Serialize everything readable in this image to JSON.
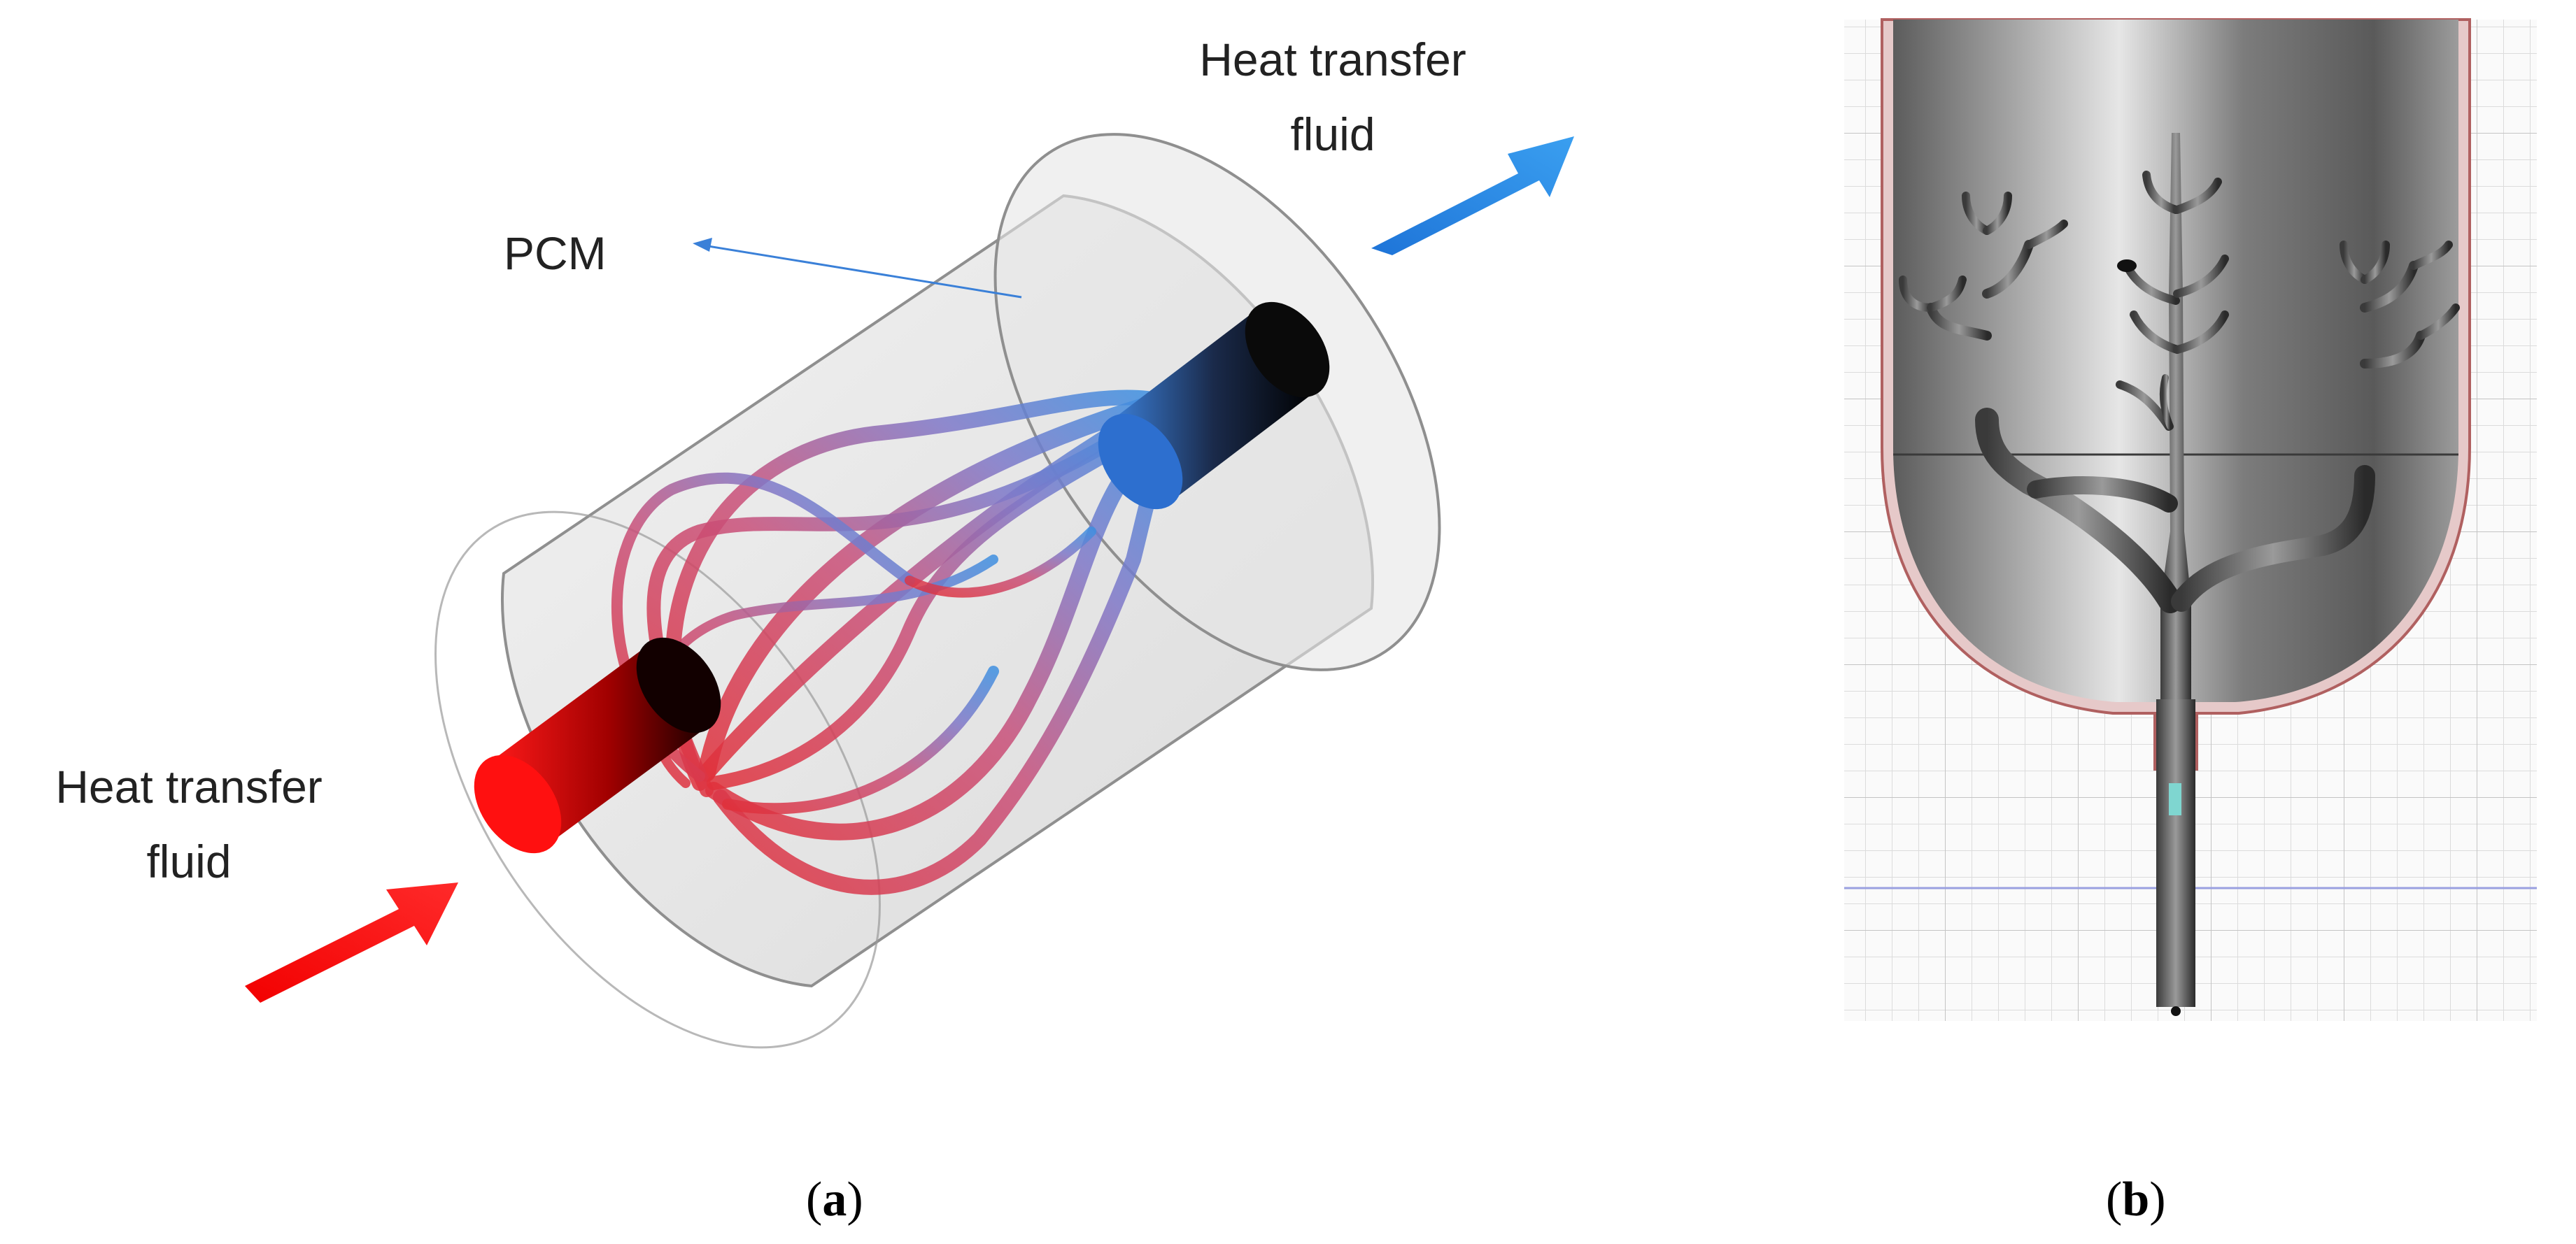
{
  "panel_a": {
    "label_pcm": "PCM",
    "label_outlet_line1": "Heat transfer",
    "label_outlet_line2": "fluid",
    "label_inlet_line1": "Heat transfer",
    "label_inlet_line2": "fluid",
    "caption_open": "(",
    "caption_letter": "a",
    "caption_close": ")",
    "colors": {
      "inlet": "#e8101a",
      "outlet": "#1e7fe0",
      "shell": "#c8c8c8"
    }
  },
  "panel_b": {
    "caption_open": "(",
    "caption_letter": "b",
    "caption_close": ")",
    "colors": {
      "vessel": "#8a8a8a",
      "wall": "#b06060",
      "grid": "#d8d8d8"
    }
  }
}
